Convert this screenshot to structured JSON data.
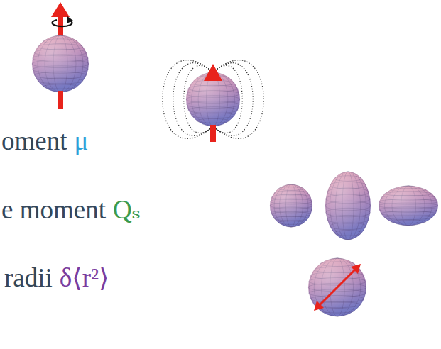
{
  "diagram": {
    "labels": [
      "oment",
      "μ",
      "e moment",
      "Qₛ",
      "radii",
      "δ⟨r²⟩"
    ]
  }
}
